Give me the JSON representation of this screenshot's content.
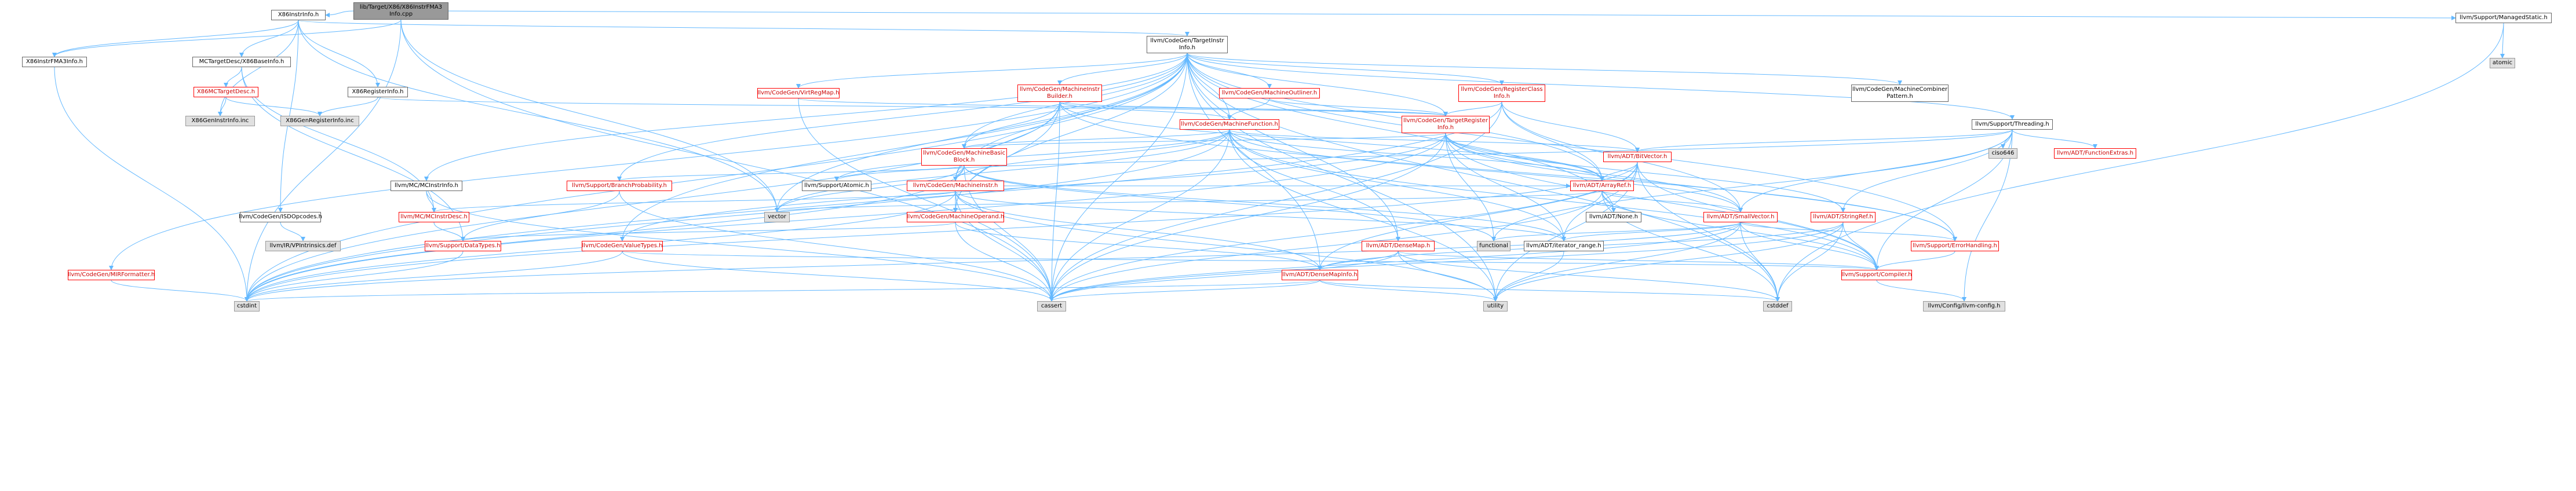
{
  "colors": {
    "edge": "#63b8ff",
    "node_border": "#666666",
    "red_border": "#ff0000",
    "grey_fill": "#e0e0e0",
    "root_fill": "#999999"
  },
  "nodes": [
    {
      "id": "n_root",
      "label": "lib/Target/X86/X86InstrFMA3\nInfo.cpp",
      "style": "root"
    },
    {
      "id": "n_instrinfo",
      "label": "X86InstrInfo.h",
      "style": "plain"
    },
    {
      "id": "n_managedstatic",
      "label": "llvm/Support/ManagedStatic.h",
      "style": "plain"
    },
    {
      "id": "n_fma3info",
      "label": "X86InstrFMA3Info.h",
      "style": "plain"
    },
    {
      "id": "n_mcbaseinfo",
      "label": "MCTargetDesc/X86BaseInfo.h",
      "style": "plain"
    },
    {
      "id": "n_targetinstr",
      "label": "llvm/CodeGen/TargetInstr\nInfo.h",
      "style": "plain"
    },
    {
      "id": "n_atomic",
      "label": "atomic",
      "style": "grey"
    },
    {
      "id": "n_x86targetdesc",
      "label": "X86MCTargetDesc.h",
      "style": "red"
    },
    {
      "id": "n_x86reginfo",
      "label": "X86RegisterInfo.h",
      "style": "plain"
    },
    {
      "id": "n_genreginc",
      "label": "X86GenRegisterInfo.inc",
      "style": "grey"
    },
    {
      "id": "n_geninstrinc",
      "label": "X86GenInstrInfo.inc",
      "style": "grey"
    },
    {
      "id": "n_virtregmap",
      "label": "llvm/CodeGen/VirtRegMap.h",
      "style": "red"
    },
    {
      "id": "n_mibuilder",
      "label": "llvm/CodeGen/MachineInstr\nBuilder.h",
      "style": "red"
    },
    {
      "id": "n_outliner",
      "label": "llvm/CodeGen/MachineOutliner.h",
      "style": "red"
    },
    {
      "id": "n_regclass",
      "label": "llvm/CodeGen/RegisterClass\nInfo.h",
      "style": "red"
    },
    {
      "id": "n_combiner",
      "label": "llvm/CodeGen/MachineCombiner\nPattern.h",
      "style": "plain"
    },
    {
      "id": "n_threading",
      "label": "llvm/Support/Threading.h",
      "style": "plain"
    },
    {
      "id": "n_mf",
      "label": "llvm/CodeGen/MachineFunction.h",
      "style": "red"
    },
    {
      "id": "n_tri",
      "label": "llvm/CodeGen/TargetRegister\nInfo.h",
      "style": "red"
    },
    {
      "id": "n_ciso",
      "label": "ciso646",
      "style": "grey"
    },
    {
      "id": "n_fnextras",
      "label": "llvm/ADT/FunctionExtras.h",
      "style": "red"
    },
    {
      "id": "n_mbb",
      "label": "llvm/CodeGen/MachineBasic\nBlock.h",
      "style": "red"
    },
    {
      "id": "n_bitvector",
      "label": "llvm/ADT/BitVector.h",
      "style": "red"
    },
    {
      "id": "n_mcinstrinfo",
      "label": "llvm/MC/MCInstrInfo.h",
      "style": "plain"
    },
    {
      "id": "n_branchprob",
      "label": "llvm/Support/BranchProbability.h",
      "style": "red"
    },
    {
      "id": "n_supatomic",
      "label": "llvm/Support/Atomic.h",
      "style": "plain"
    },
    {
      "id": "n_minstr",
      "label": "llvm/CodeGen/MachineInstr.h",
      "style": "red"
    },
    {
      "id": "n_arrayref",
      "label": "llvm/ADT/ArrayRef.h",
      "style": "red"
    },
    {
      "id": "n_isdopcodes",
      "label": "llvm/CodeGen/ISDOpcodes.h",
      "style": "plain"
    },
    {
      "id": "n_mcinstrdesc",
      "label": "llvm/MC/MCInstrDesc.h",
      "style": "red"
    },
    {
      "id": "n_vector",
      "label": "vector",
      "style": "grey"
    },
    {
      "id": "n_moperand",
      "label": "llvm/CodeGen/MachineOperand.h",
      "style": "red"
    },
    {
      "id": "n_none",
      "label": "llvm/ADT/None.h",
      "style": "plain"
    },
    {
      "id": "n_smallvector",
      "label": "llvm/ADT/SmallVector.h",
      "style": "red"
    },
    {
      "id": "n_stringref",
      "label": "llvm/ADT/StringRef.h",
      "style": "red"
    },
    {
      "id": "n_vpintrinsics",
      "label": "llvm/IR/VPIntrinsics.def",
      "style": "grey"
    },
    {
      "id": "n_datatypes",
      "label": "llvm/Support/DataTypes.h",
      "style": "red"
    },
    {
      "id": "n_valuetypes",
      "label": "llvm/CodeGen/ValueTypes.h",
      "style": "red"
    },
    {
      "id": "n_densemap",
      "label": "llvm/ADT/DenseMap.h",
      "style": "red"
    },
    {
      "id": "n_functional",
      "label": "functional",
      "style": "grey"
    },
    {
      "id": "n_iterrange",
      "label": "llvm/ADT/iterator_range.h",
      "style": "plain"
    },
    {
      "id": "n_errorhandling",
      "label": "llvm/Support/ErrorHandling.h",
      "style": "red"
    },
    {
      "id": "n_mirformatter",
      "label": "llvm/CodeGen/MIRFormatter.h",
      "style": "red"
    },
    {
      "id": "n_densemapinfo",
      "label": "llvm/ADT/DenseMapInfo.h",
      "style": "red"
    },
    {
      "id": "n_compiler",
      "label": "llvm/Support/Compiler.h",
      "style": "red"
    },
    {
      "id": "n_cstdint",
      "label": "cstdint",
      "style": "grey"
    },
    {
      "id": "n_cassert",
      "label": "cassert",
      "style": "grey"
    },
    {
      "id": "n_utility",
      "label": "utility",
      "style": "grey"
    },
    {
      "id": "n_cstddef",
      "label": "cstddef",
      "style": "grey"
    },
    {
      "id": "n_llvmconfig",
      "label": "llvm/Config/llvm-config.h",
      "style": "grey"
    }
  ],
  "edges": [
    [
      "n_root",
      "n_instrinfo"
    ],
    [
      "n_root",
      "n_fma3info"
    ],
    [
      "n_root",
      "n_managedstatic"
    ],
    [
      "n_root",
      "n_cassert"
    ],
    [
      "n_root",
      "n_cstdint"
    ],
    [
      "n_root",
      "n_vector"
    ],
    [
      "n_instrinfo",
      "n_fma3info"
    ],
    [
      "n_instrinfo",
      "n_mcbaseinfo"
    ],
    [
      "n_instrinfo",
      "n_x86reginfo"
    ],
    [
      "n_instrinfo",
      "n_targetinstr"
    ],
    [
      "n_instrinfo",
      "n_vector"
    ],
    [
      "n_instrinfo",
      "n_isdopcodes"
    ],
    [
      "n_instrinfo",
      "n_geninstrinc"
    ],
    [
      "n_managedstatic",
      "n_atomic"
    ],
    [
      "n_managedstatic",
      "n_cstddef"
    ],
    [
      "n_fma3info",
      "n_cstdint"
    ],
    [
      "n_mcbaseinfo",
      "n_x86targetdesc"
    ],
    [
      "n_mcbaseinfo",
      "n_mcinstrdesc"
    ],
    [
      "n_mcbaseinfo",
      "n_datatypes"
    ],
    [
      "n_x86targetdesc",
      "n_geninstrinc"
    ],
    [
      "n_x86targetdesc",
      "n_genreginc"
    ],
    [
      "n_x86reginfo",
      "n_tri"
    ],
    [
      "n_x86reginfo",
      "n_genreginc"
    ],
    [
      "n_targetinstr",
      "n_virtregmap"
    ],
    [
      "n_targetinstr",
      "n_mibuilder"
    ],
    [
      "n_targetinstr",
      "n_outliner"
    ],
    [
      "n_targetinstr",
      "n_regclass"
    ],
    [
      "n_targetinstr",
      "n_combiner"
    ],
    [
      "n_targetinstr",
      "n_threading"
    ],
    [
      "n_targetinstr",
      "n_mf"
    ],
    [
      "n_targetinstr",
      "n_tri"
    ],
    [
      "n_targetinstr",
      "n_mbb"
    ],
    [
      "n_targetinstr",
      "n_minstr"
    ],
    [
      "n_targetinstr",
      "n_moperand"
    ],
    [
      "n_targetinstr",
      "n_mcinstrinfo"
    ],
    [
      "n_targetinstr",
      "n_branchprob"
    ],
    [
      "n_targetinstr",
      "n_arrayref"
    ],
    [
      "n_targetinstr",
      "n_none"
    ],
    [
      "n_targetinstr",
      "n_densemap"
    ],
    [
      "n_targetinstr",
      "n_densemapinfo"
    ],
    [
      "n_targetinstr",
      "n_valuetypes"
    ],
    [
      "n_targetinstr",
      "n_mirformatter"
    ],
    [
      "n_targetinstr",
      "n_errorhandling"
    ],
    [
      "n_targetinstr",
      "n_cassert"
    ],
    [
      "n_targetinstr",
      "n_cstdint"
    ],
    [
      "n_targetinstr",
      "n_utility"
    ],
    [
      "n_targetinstr",
      "n_vector"
    ],
    [
      "n_targetinstr",
      "n_cstddef"
    ],
    [
      "n_virtregmap",
      "n_tri"
    ],
    [
      "n_virtregmap",
      "n_cassert"
    ],
    [
      "n_mibuilder",
      "n_mf"
    ],
    [
      "n_mibuilder",
      "n_mbb"
    ],
    [
      "n_mibuilder",
      "n_minstr"
    ],
    [
      "n_mibuilder",
      "n_moperand"
    ],
    [
      "n_mibuilder",
      "n_tri"
    ],
    [
      "n_mibuilder",
      "n_errorhandling"
    ],
    [
      "n_mibuilder",
      "n_cassert"
    ],
    [
      "n_mibuilder",
      "n_cstdint"
    ],
    [
      "n_mibuilder",
      "n_arrayref"
    ],
    [
      "n_outliner",
      "n_mf"
    ],
    [
      "n_outliner",
      "n_tri"
    ],
    [
      "n_regclass",
      "n_arrayref"
    ],
    [
      "n_regclass",
      "n_bitvector"
    ],
    [
      "n_regclass",
      "n_smallvector"
    ],
    [
      "n_regclass",
      "n_tri"
    ],
    [
      "n_regclass",
      "n_cstdint"
    ],
    [
      "n_regclass",
      "n_cassert"
    ],
    [
      "n_threading",
      "n_fnextras"
    ],
    [
      "n_threading",
      "n_smallvector"
    ],
    [
      "n_threading",
      "n_stringref"
    ],
    [
      "n_threading",
      "n_compiler"
    ],
    [
      "n_threading",
      "n_llvmconfig"
    ],
    [
      "n_threading",
      "n_ciso"
    ],
    [
      "n_threading",
      "n_functional"
    ],
    [
      "n_threading",
      "n_bitvector"
    ],
    [
      "n_threading",
      "n_supatomic"
    ],
    [
      "n_mf",
      "n_mbb"
    ],
    [
      "n_mf",
      "n_arrayref"
    ],
    [
      "n_mf",
      "n_bitvector"
    ],
    [
      "n_mf",
      "n_densemap"
    ],
    [
      "n_mf",
      "n_smallvector"
    ],
    [
      "n_mf",
      "n_minstr"
    ],
    [
      "n_mf",
      "n_supatomic"
    ],
    [
      "n_mf",
      "n_compiler"
    ],
    [
      "n_mf",
      "n_cassert"
    ],
    [
      "n_mf",
      "n_cstdint"
    ],
    [
      "n_mf",
      "n_utility"
    ],
    [
      "n_mf",
      "n_vector"
    ],
    [
      "n_mf",
      "n_iterrange"
    ],
    [
      "n_tri",
      "n_arrayref"
    ],
    [
      "n_tri",
      "n_smallvector"
    ],
    [
      "n_tri",
      "n_stringref"
    ],
    [
      "n_tri",
      "n_iterrange"
    ],
    [
      "n_tri",
      "n_mbb"
    ],
    [
      "n_tri",
      "n_valuetypes"
    ],
    [
      "n_tri",
      "n_compiler"
    ],
    [
      "n_tri",
      "n_cassert"
    ],
    [
      "n_tri",
      "n_cstdint"
    ],
    [
      "n_tri",
      "n_functional"
    ],
    [
      "n_tri",
      "n_errorhandling"
    ],
    [
      "n_mbb",
      "n_minstr"
    ],
    [
      "n_mbb",
      "n_branchprob"
    ],
    [
      "n_mbb",
      "n_iterrange"
    ],
    [
      "n_mbb",
      "n_cassert"
    ],
    [
      "n_mbb",
      "n_functional"
    ],
    [
      "n_mbb",
      "n_vector"
    ],
    [
      "n_mbb",
      "n_cstdint"
    ],
    [
      "n_bitvector",
      "n_arrayref"
    ],
    [
      "n_bitvector",
      "n_densemapinfo"
    ],
    [
      "n_bitvector",
      "n_iterrange"
    ],
    [
      "n_bitvector",
      "n_compiler"
    ],
    [
      "n_bitvector",
      "n_cassert"
    ],
    [
      "n_bitvector",
      "n_utility"
    ],
    [
      "n_bitvector",
      "n_cstdint"
    ],
    [
      "n_bitvector",
      "n_cstddef"
    ],
    [
      "n_mcinstrinfo",
      "n_mcinstrdesc"
    ],
    [
      "n_mcinstrinfo",
      "n_cassert"
    ],
    [
      "n_branchprob",
      "n_datatypes"
    ],
    [
      "n_branchprob",
      "n_cassert"
    ],
    [
      "n_minstr",
      "n_moperand"
    ],
    [
      "n_minstr",
      "n_densemapinfo"
    ],
    [
      "n_minstr",
      "n_iterrange"
    ],
    [
      "n_minstr",
      "n_mcinstrdesc"
    ],
    [
      "n_minstr",
      "n_arrayref"
    ],
    [
      "n_minstr",
      "n_cassert"
    ],
    [
      "n_minstr",
      "n_cstdint"
    ],
    [
      "n_minstr",
      "n_utility"
    ],
    [
      "n_arrayref",
      "n_none"
    ],
    [
      "n_arrayref",
      "n_smallvector"
    ],
    [
      "n_arrayref",
      "n_compiler"
    ],
    [
      "n_arrayref",
      "n_vector"
    ],
    [
      "n_arrayref",
      "n_cstddef"
    ],
    [
      "n_arrayref",
      "n_cassert"
    ],
    [
      "n_isdopcodes",
      "n_vpintrinsics"
    ],
    [
      "n_mcinstrdesc",
      "n_datatypes"
    ],
    [
      "n_moperand",
      "n_densemapinfo"
    ],
    [
      "n_moperand",
      "n_datatypes"
    ],
    [
      "n_moperand",
      "n_cassert"
    ],
    [
      "n_smallvector",
      "n_compiler"
    ],
    [
      "n_smallvector",
      "n_iterrange"
    ],
    [
      "n_smallvector",
      "n_cassert"
    ],
    [
      "n_smallvector",
      "n_cstddef"
    ],
    [
      "n_smallvector",
      "n_cstdint"
    ],
    [
      "n_smallvector",
      "n_utility"
    ],
    [
      "n_smallvector",
      "n_functional"
    ],
    [
      "n_smallvector",
      "n_errorhandling"
    ],
    [
      "n_stringref",
      "n_densemapinfo"
    ],
    [
      "n_stringref",
      "n_compiler"
    ],
    [
      "n_stringref",
      "n_cstddef"
    ],
    [
      "n_stringref",
      "n_utility"
    ],
    [
      "n_stringref",
      "n_cassert"
    ],
    [
      "n_datatypes",
      "n_cstdint"
    ],
    [
      "n_valuetypes",
      "n_compiler"
    ],
    [
      "n_valuetypes",
      "n_cstdint"
    ],
    [
      "n_valuetypes",
      "n_cassert"
    ],
    [
      "n_densemap",
      "n_densemapinfo"
    ],
    [
      "n_densemap",
      "n_compiler"
    ],
    [
      "n_densemap",
      "n_cassert"
    ],
    [
      "n_densemap",
      "n_cstddef"
    ],
    [
      "n_densemap",
      "n_utility"
    ],
    [
      "n_errorhandling",
      "n_compiler"
    ],
    [
      "n_mirformatter",
      "n_cstdint"
    ],
    [
      "n_densemapinfo",
      "n_cassert"
    ],
    [
      "n_densemapinfo",
      "n_cstddef"
    ],
    [
      "n_densemapinfo",
      "n_cstdint"
    ],
    [
      "n_densemapinfo",
      "n_utility"
    ],
    [
      "n_compiler",
      "n_llvmconfig"
    ],
    [
      "n_iterrange",
      "n_utility"
    ]
  ]
}
